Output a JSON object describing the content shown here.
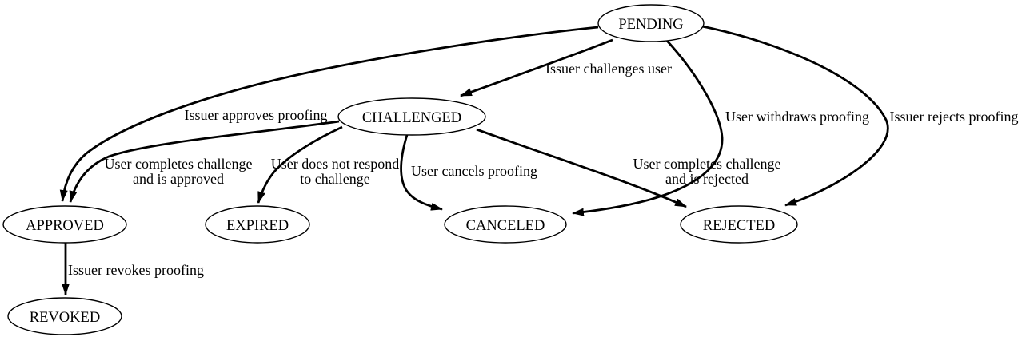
{
  "diagram": {
    "type": "state-transition-graph",
    "colors": {
      "ink": "#000000",
      "background": "#ffffff"
    },
    "nodes": [
      {
        "id": "pending",
        "label": "PENDING"
      },
      {
        "id": "challenged",
        "label": "CHALLENGED"
      },
      {
        "id": "approved",
        "label": "APPROVED"
      },
      {
        "id": "expired",
        "label": "EXPIRED"
      },
      {
        "id": "canceled",
        "label": "CANCELED"
      },
      {
        "id": "rejected",
        "label": "REJECTED"
      },
      {
        "id": "revoked",
        "label": "REVOKED"
      }
    ],
    "edges": [
      {
        "from": "PENDING",
        "to": "CHALLENGED",
        "label_lines": [
          "Issuer challenges user"
        ]
      },
      {
        "from": "PENDING",
        "to": "APPROVED",
        "label_lines": [
          "Issuer approves proofing"
        ]
      },
      {
        "from": "PENDING",
        "to": "CANCELED",
        "label_lines": [
          "User withdraws proofing"
        ]
      },
      {
        "from": "PENDING",
        "to": "REJECTED",
        "label_lines": [
          "Issuer rejects proofing"
        ]
      },
      {
        "from": "CHALLENGED",
        "to": "APPROVED",
        "label_lines": [
          "User completes challenge",
          "and is approved"
        ]
      },
      {
        "from": "CHALLENGED",
        "to": "EXPIRED",
        "label_lines": [
          "User does not respond",
          "to challenge"
        ]
      },
      {
        "from": "CHALLENGED",
        "to": "CANCELED",
        "label_lines": [
          "User cancels proofing"
        ]
      },
      {
        "from": "CHALLENGED",
        "to": "REJECTED",
        "label_lines": [
          "User completes challenge",
          "and is rejected"
        ]
      },
      {
        "from": "APPROVED",
        "to": "REVOKED",
        "label_lines": [
          "Issuer revokes proofing"
        ]
      }
    ]
  }
}
